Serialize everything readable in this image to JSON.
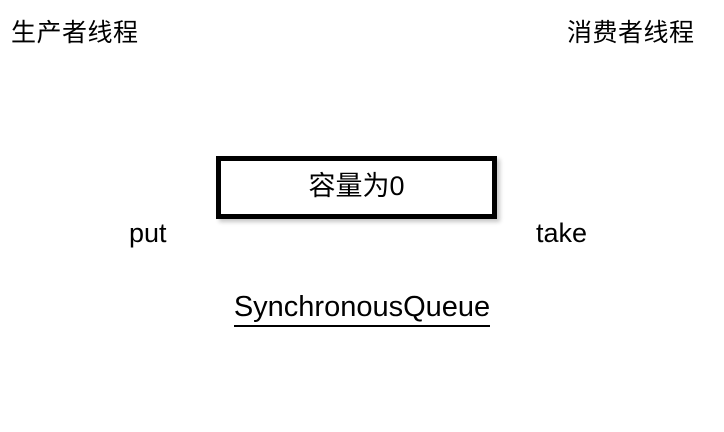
{
  "diagram": {
    "title": "SynchronousQueue",
    "background_color": "#ffffff",
    "stroke_color": "#000000",
    "producer": {
      "thread_label": "生产者线程",
      "operation_label": "put"
    },
    "consumer": {
      "thread_label": "消费者线程",
      "operation_label": "take"
    },
    "queue": {
      "capacity_text": "容量为0",
      "type_label": "SynchronousQueue"
    }
  }
}
